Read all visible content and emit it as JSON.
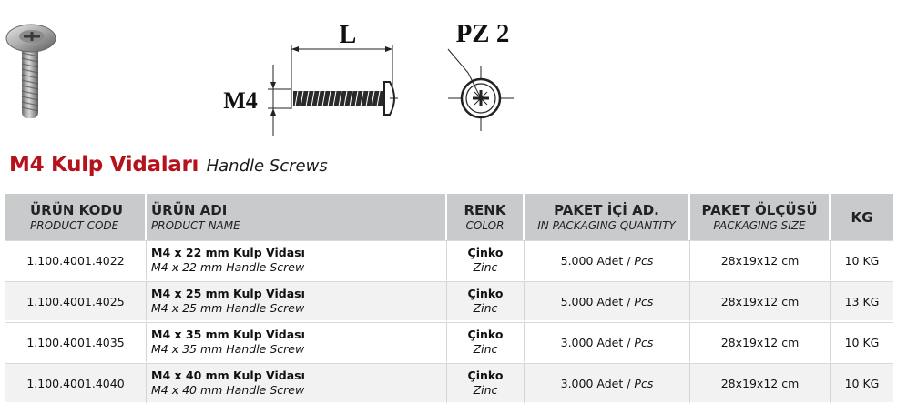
{
  "diagram": {
    "length_label": "L",
    "diameter_label": "M4",
    "drive_label": "PZ 2"
  },
  "heading": {
    "title": "M4 Kulp Vidaları",
    "subtitle": "Handle Screws"
  },
  "table": {
    "headers": [
      {
        "tr": "ÜRÜN KODU",
        "en": "PRODUCT CODE"
      },
      {
        "tr": "ÜRÜN ADI",
        "en": "PRODUCT NAME"
      },
      {
        "tr": "RENK",
        "en": "COLOR"
      },
      {
        "tr": "PAKET İÇİ AD.",
        "en": "IN PACKAGING QUANTITY"
      },
      {
        "tr": "PAKET ÖLÇÜSÜ",
        "en": "PACKAGING SIZE"
      },
      {
        "tr": "KG",
        "en": ""
      }
    ],
    "rows": [
      {
        "code": "1.100.4001.4022",
        "name_tr": "M4 x 22 mm Kulp Vidası",
        "name_en": "M4 x 22 mm Handle Screw",
        "color_tr": "Çinko",
        "color_en": "Zinc",
        "qty": "5.000 Adet /",
        "qty_unit": "Pcs",
        "size": "28x19x12 cm",
        "kg": "10 KG"
      },
      {
        "code": "1.100.4001.4025",
        "name_tr": "M4 x 25 mm Kulp Vidası",
        "name_en": "M4 x 25 mm Handle Screw",
        "color_tr": "Çinko",
        "color_en": "Zinc",
        "qty": "5.000 Adet /",
        "qty_unit": "Pcs",
        "size": "28x19x12 cm",
        "kg": "13 KG"
      },
      {
        "code": "1.100.4001.4035",
        "name_tr": "M4 x 35 mm Kulp Vidası",
        "name_en": "M4 x 35 mm Handle Screw",
        "color_tr": "Çinko",
        "color_en": "Zinc",
        "qty": "3.000 Adet /",
        "qty_unit": "Pcs",
        "size": "28x19x12 cm",
        "kg": "10 KG"
      },
      {
        "code": "1.100.4001.4040",
        "name_tr": "M4 x 40 mm Kulp Vidası",
        "name_en": "M4 x 40 mm Handle Screw",
        "color_tr": "Çinko",
        "color_en": "Zinc",
        "qty": "3.000 Adet /",
        "qty_unit": "Pcs",
        "size": "28x19x12 cm",
        "kg": "10 KG"
      }
    ]
  },
  "colors": {
    "title_red": "#b5121b",
    "header_gray": "#c9cacc"
  }
}
